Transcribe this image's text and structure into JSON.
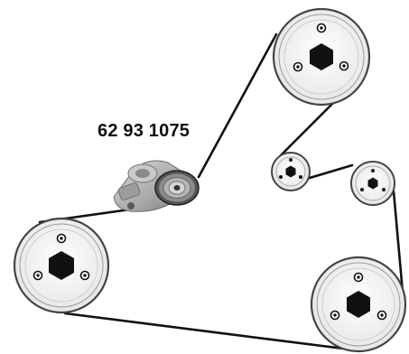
{
  "diagram": {
    "part_number": "62 93 1075",
    "colors": {
      "belt": "#111111",
      "pulley_rim": "#4a4a4a",
      "pulley_face": "#f2f2f2",
      "hub": "#111111",
      "tensioner_body": "#b8b8b8"
    },
    "pulleys": [
      {
        "id": "top-right-pulley",
        "hub": "hexagon"
      },
      {
        "id": "small-idler-pulley",
        "hub": "hexagon"
      },
      {
        "id": "small-right-pulley",
        "hub": "hexagon"
      },
      {
        "id": "crankshaft-pulley-left",
        "hub": "hexagon"
      },
      {
        "id": "crankshaft-pulley-right",
        "hub": "hexagon"
      },
      {
        "id": "tensioner-pulley",
        "hub": "ribbed"
      }
    ]
  }
}
